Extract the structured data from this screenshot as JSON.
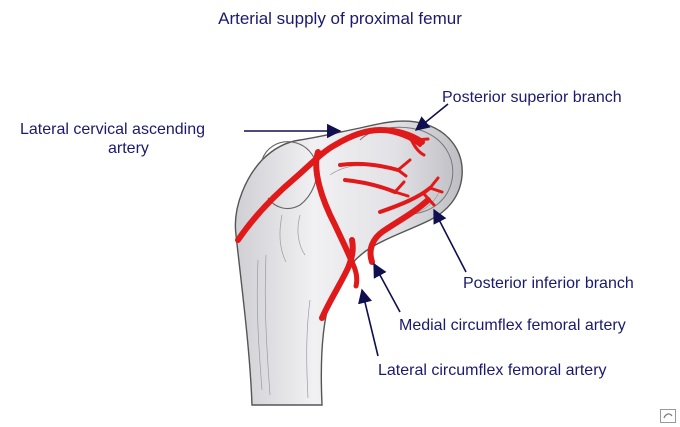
{
  "title": "Arterial supply of proximal femur",
  "labels": {
    "lateral_cervical_ascending_line1": "Lateral cervical ascending",
    "lateral_cervical_ascending_line2": "artery",
    "posterior_superior_branch": "Posterior superior branch",
    "posterior_inferior_branch": "Posterior inferior branch",
    "medial_circumflex_femoral_artery": "Medial circumflex femoral artery",
    "lateral_circumflex_femoral_artery": "Lateral circumflex femoral artery"
  },
  "colors": {
    "label_text": "#1a1a6e",
    "artery": "#e01a1a",
    "bone_fill": "#e9e9ec",
    "bone_stroke": "#555555",
    "pointer": "#101050"
  }
}
